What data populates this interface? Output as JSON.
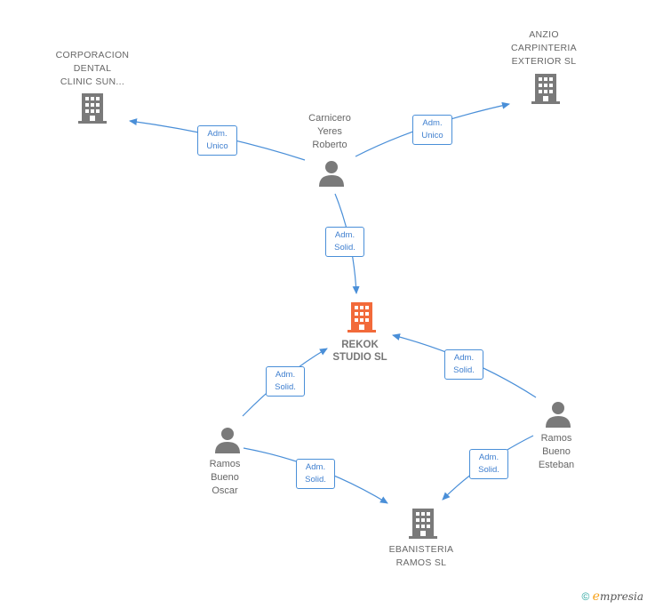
{
  "nodes": {
    "corporacion": "CORPORACION\nDENTAL\nCLINIC SUN...",
    "anzio": "ANZIO\nCARPINTERIA\nEXTERIOR SL",
    "carnicero": "Carnicero\nYeres\nRoberto",
    "rekok": "REKOK\nSTUDIO  SL",
    "oscar": "Ramos\nBueno\nOscar",
    "esteban": "Ramos\nBueno\nEsteban",
    "ebanisteria": "EBANISTERIA\nRAMOS  SL"
  },
  "edges": {
    "e1": "Adm.\nUnico",
    "e2": "Adm.\nUnico",
    "e3": "Adm.\nSolid.",
    "e4": "Adm.\nSolid.",
    "e5": "Adm.\nSolid.",
    "e6": "Adm.\nSolid.",
    "e7": "Adm.\nSolid."
  },
  "colors": {
    "edge": "#4a8fd8",
    "company_icon": "#7a7a7a",
    "main_company_icon": "#f26a3a",
    "person_icon": "#7a7a7a"
  },
  "footer": {
    "copyright": "©",
    "brand_initial": "e",
    "brand_rest": "mpresia"
  }
}
